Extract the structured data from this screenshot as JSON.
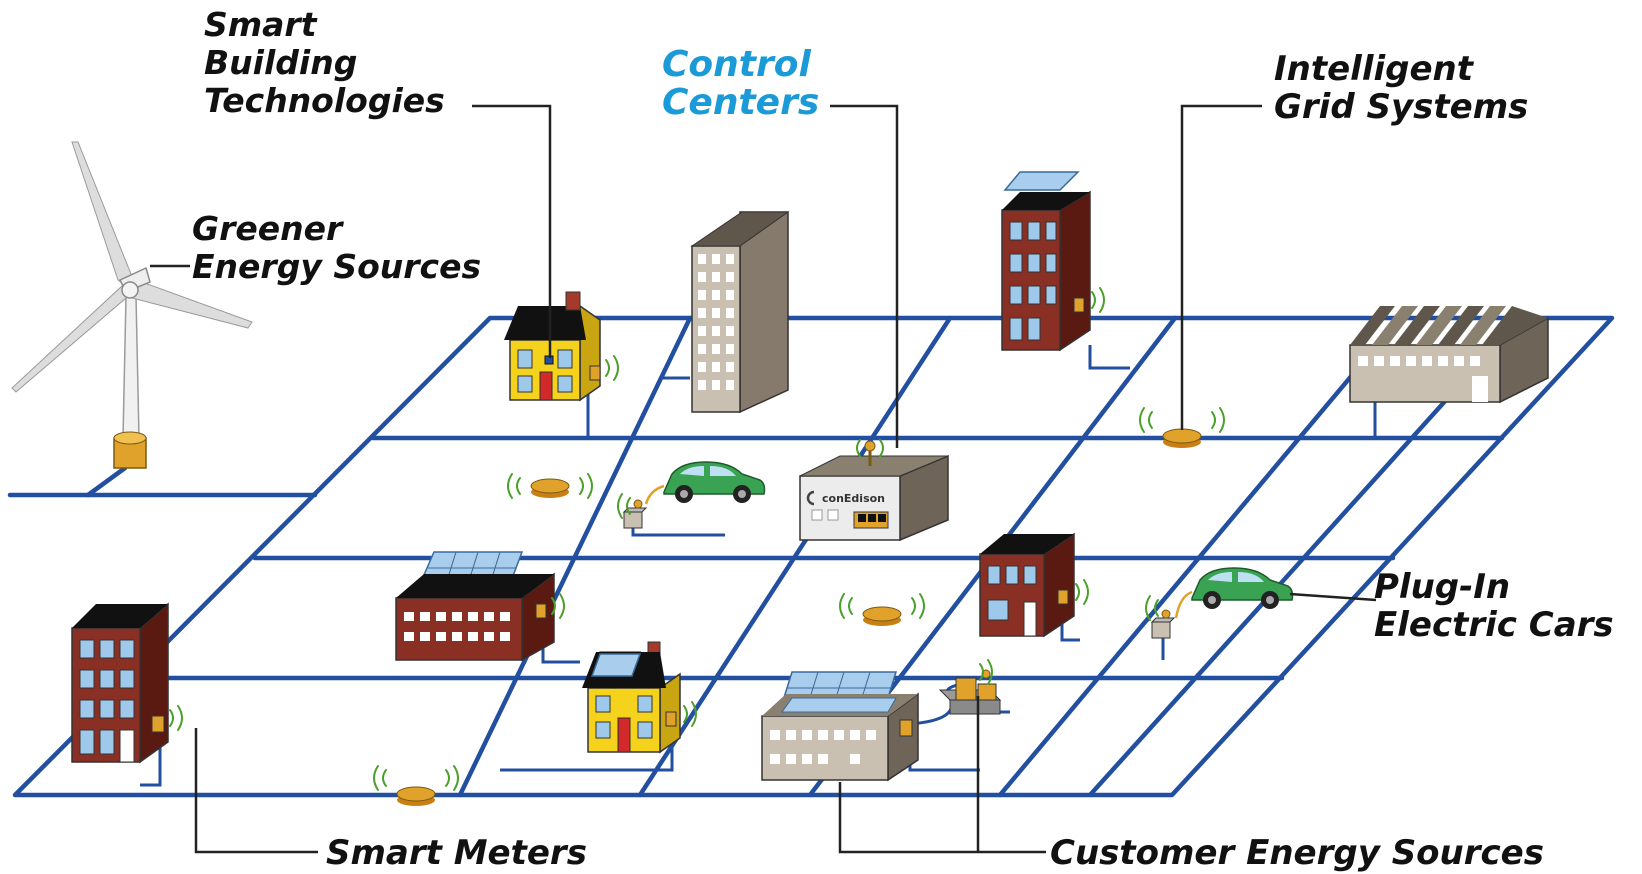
{
  "labels": {
    "smart_building": [
      "Smart",
      "Building",
      "Technologies"
    ],
    "control_centers": [
      "Control",
      "Centers"
    ],
    "intelligent_grid": [
      "Intelligent",
      "Grid Systems"
    ],
    "greener_energy": [
      "Greener",
      "Energy Sources"
    ],
    "plug_in_cars": [
      "Plug-In",
      "Electric Cars"
    ],
    "smart_meters": "Smart Meters",
    "customer_energy": "Customer Energy Sources",
    "utility_logo": "conEdison"
  },
  "colors": {
    "grid_line": "#234fa0",
    "control_label": "#1a9ad6",
    "label_text": "#111111",
    "brick": "#8a2f24",
    "house_yellow": "#f5d21b",
    "car_green": "#3aa353",
    "meter_gold": "#e0a22a",
    "solar_panel": "#a9cdec",
    "signal_wave": "#4aa02a"
  }
}
